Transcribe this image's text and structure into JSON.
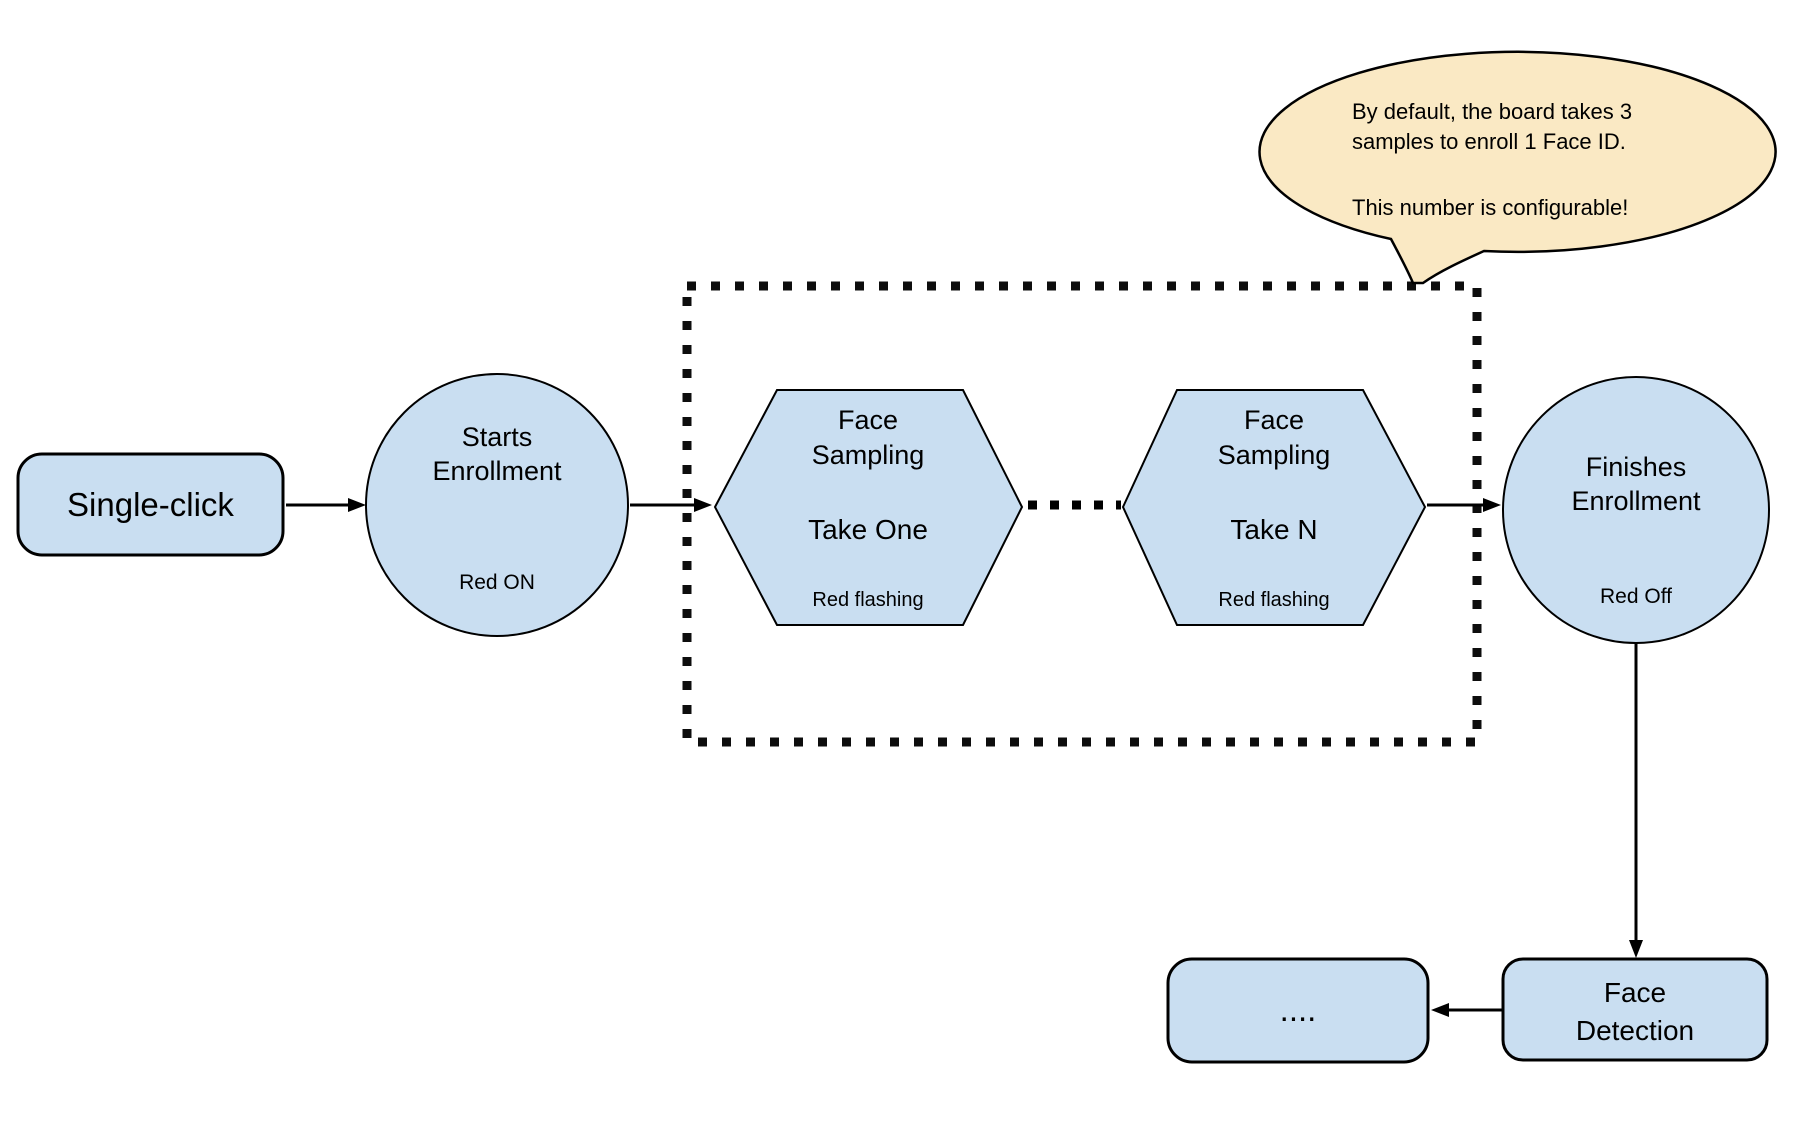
{
  "colors": {
    "node_fill": "#c9def1",
    "callout_fill": "#fae9c4",
    "stroke": "#000000"
  },
  "nodes": {
    "single_click": {
      "label": "Single-click"
    },
    "starts_enrollment": {
      "line1": "Starts",
      "line2": "Enrollment",
      "status": "Red ON"
    },
    "face_sampling_take_one": {
      "line1": "Face",
      "line2": "Sampling",
      "take": "Take One",
      "status": "Red flashing"
    },
    "face_sampling_take_n": {
      "line1": "Face",
      "line2": "Sampling",
      "take": "Take N",
      "status": "Red flashing"
    },
    "finishes_enrollment": {
      "line1": "Finishes",
      "line2": "Enrollment",
      "status": "Red Off"
    },
    "face_detection": {
      "line1": "Face",
      "line2": "Detection"
    },
    "ellipsis_step": {
      "label": "...."
    }
  },
  "callout": {
    "paragraph1_line1": "By default, the board takes 3",
    "paragraph1_line2": "samples to enroll 1 Face ID.",
    "paragraph2": "This number is configurable!"
  }
}
